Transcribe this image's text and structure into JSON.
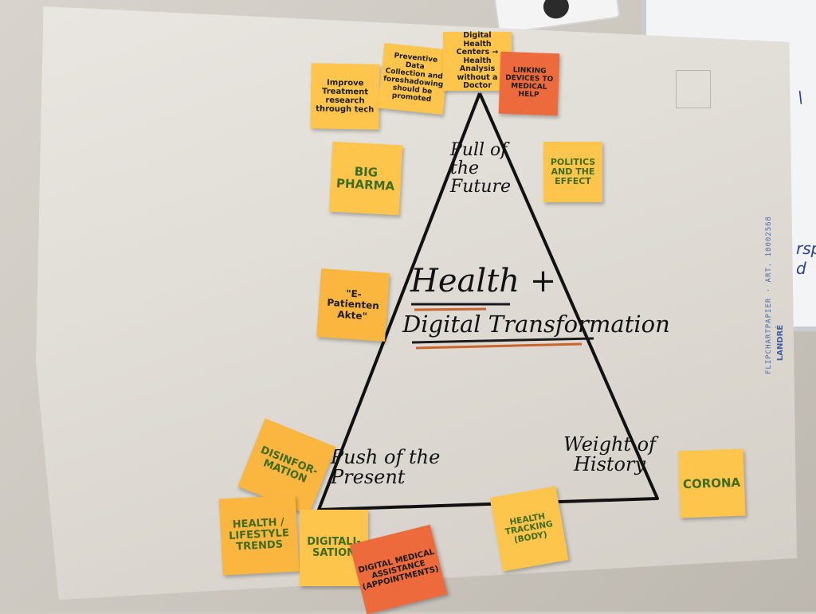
{
  "scene": {
    "whiteboard_marks": [
      "\\",
      "rsp",
      "d"
    ]
  },
  "triangle": {
    "top_label": "Pull of the Future",
    "left_label": "Push of the Present",
    "right_label": "Weight of History",
    "center_title_line1": "Health +",
    "center_title_line2": "Digital Transformation"
  },
  "paper": {
    "brand_text": "FLIPCHARTPAPIER · ART. 10002568",
    "brand_logo": "LANDRÉ"
  },
  "sticky_notes": [
    {
      "text": "Improve Treatment research through tech",
      "color": "#fdc54b"
    },
    {
      "text": "Preventive Data Collection and foreshadowing should be promoted",
      "color": "#fdc54b"
    },
    {
      "text": "Digital Health Centers → Health Analysis without a Doctor",
      "color": "#fdc54b"
    },
    {
      "text": "LINKING DEVICES TO MEDICAL HELP",
      "color": "#ec6a3c"
    },
    {
      "text": "BIG PHARMA",
      "color": "#fdc54b"
    },
    {
      "text": "POLITICS AND THE EFFECT",
      "color": "#fdc54b"
    },
    {
      "text": "\"E-Patienten Akte\"",
      "color": "#fbb640"
    },
    {
      "text": "DISINFOR-MATION",
      "color": "#fbb640"
    },
    {
      "text": "HEALTH / LIFESTYLE TRENDS",
      "color": "#fbb640"
    },
    {
      "text": "DIGITALI-SATION",
      "color": "#fdc54b"
    },
    {
      "text": "DIGITAL MEDICAL ASSISTANCE (APPOINTMENTS)",
      "color": "#ec6a3c"
    },
    {
      "text": "HEALTH TRACKING (BODY)",
      "color": "#fdc54b"
    },
    {
      "text": "CORONA",
      "color": "#fdc54b"
    }
  ]
}
